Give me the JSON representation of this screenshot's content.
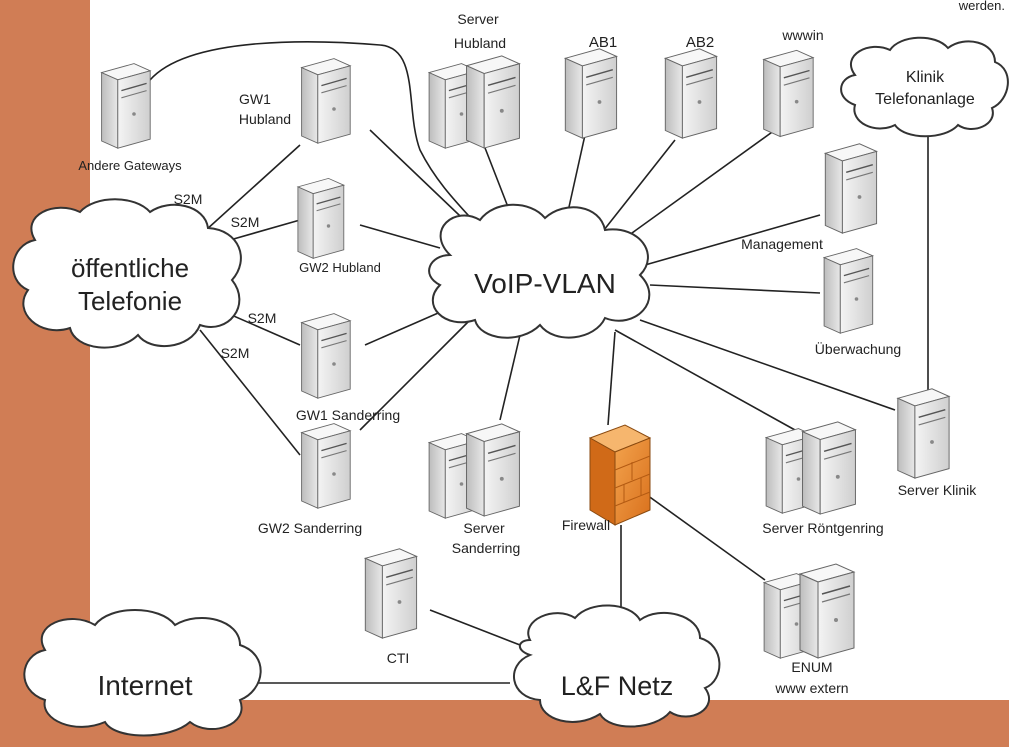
{
  "top_right_text": "werden.",
  "center": {
    "label": "VoIP-VLAN"
  },
  "clouds": {
    "public_phone_line1": "öffentliche",
    "public_phone_line2": "Telefonie",
    "internet": "Internet",
    "lf_net": "L&F Netz",
    "klinik_line1": "Klinik",
    "klinik_line2": "Telefonanlage"
  },
  "servers": {
    "andere_gateways": "Andere Gateways",
    "gw1_hubland_line1": "GW1",
    "gw1_hubland_line2": "Hubland",
    "gw2_hubland": "GW2 Hubland",
    "gw1_sanderring": "GW1 Sanderring",
    "gw2_sanderring": "GW2 Sanderring",
    "server_hubland_line1": "Server",
    "server_hubland_line2": "Hubland",
    "ab1": "AB1",
    "ab2": "AB2",
    "wwwin": "wwwin",
    "management": "Management",
    "ueberwachung": "Überwachung",
    "server_klinik": "Server Klinik",
    "server_roentgenring": "Server Röntgenring",
    "enum_line1": "ENUM",
    "enum_line2": "www extern",
    "firewall": "Firewall",
    "server_sanderring_line1": "Server",
    "server_sanderring_line2": "Sanderring",
    "cti": "CTI"
  },
  "links": {
    "s2m_1": "S2M",
    "s2m_2": "S2M",
    "s2m_3": "S2M",
    "s2m_4": "S2M"
  },
  "colors": {
    "background_accent": "#d07d55",
    "server_fill": "#e4e4e4",
    "firewall": "#e8862c",
    "line": "#222222"
  }
}
